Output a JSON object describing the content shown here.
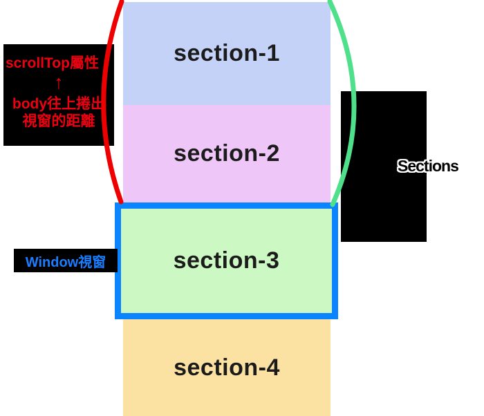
{
  "sections": [
    {
      "label": "section-1",
      "color": "#c4d2f8"
    },
    {
      "label": "section-2",
      "color": "#eec6f7"
    },
    {
      "label": "section-3",
      "color": "#ccf8c3"
    },
    {
      "label": "section-4",
      "color": "#fbe2a2"
    }
  ],
  "annotations": {
    "scrolltop": {
      "title": "scrollTop屬性",
      "arrow_icon": "↑",
      "line1": "body往上捲出",
      "line2": "視窗的距離",
      "text_color": "#ee0011",
      "bg_color": "#000000"
    },
    "window": {
      "label": "Window視窗",
      "text_color": "#1b7dff",
      "bg_color": "#000000",
      "viewport_border_color": "#0a84ff"
    },
    "right_box": {
      "label": "Sections",
      "bg_color": "#000000",
      "text_color": "#000000",
      "outline_color": "#ffffff"
    }
  },
  "braces": {
    "left_color": "#ee0000",
    "right_color": "#4fe08c"
  }
}
